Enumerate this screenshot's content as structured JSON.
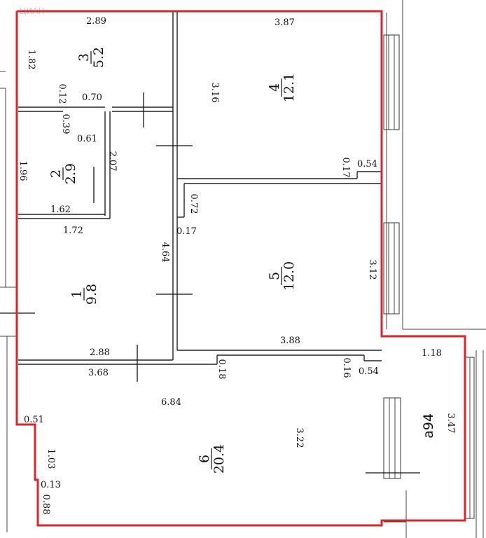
{
  "watermark": "ЦИАН",
  "rooms": [
    {
      "id": "1",
      "number": "1",
      "area": "9.8"
    },
    {
      "id": "2",
      "number": "2",
      "area": "2.9"
    },
    {
      "id": "3",
      "number": "3",
      "area": "5.2"
    },
    {
      "id": "4",
      "number": "4",
      "area": "12.1"
    },
    {
      "id": "5",
      "number": "5",
      "area": "12.0"
    },
    {
      "id": "6",
      "number": "6",
      "area": "20.4"
    }
  ],
  "balcony_label": "а94",
  "dimensions": {
    "r3_top": "2.89",
    "r3_left": "1.82",
    "r4_top": "3.87",
    "r4_side": "3.16",
    "r4_step_a": "0.17",
    "r4_step_b": "0.54",
    "d_012": "0.12",
    "d_070": "0.70",
    "d_039": "0.39",
    "d_061": "0.61",
    "d_207": "2.07",
    "d_196": "1.96",
    "d_162": "1.62",
    "d_172": "1.72",
    "r5_step_a": "0.72",
    "r5_step_b": "0.17",
    "r1_side": "4.64",
    "r5_side": "3.12",
    "r5_bottom": "3.88",
    "d_288": "2.88",
    "d_368": "3.68",
    "d_018": "0.18",
    "d_016": "0.16",
    "d_054b": "0.54",
    "d_118": "1.18",
    "d_347": "3.47",
    "d_684": "6.84",
    "d_051": "0.51",
    "d_322": "3.22",
    "d_103": "1.03",
    "d_013": "0.13",
    "d_088": "0.88"
  },
  "colors": {
    "outline": "#d9252b",
    "walls": "#222222",
    "background": "#ffffff"
  }
}
